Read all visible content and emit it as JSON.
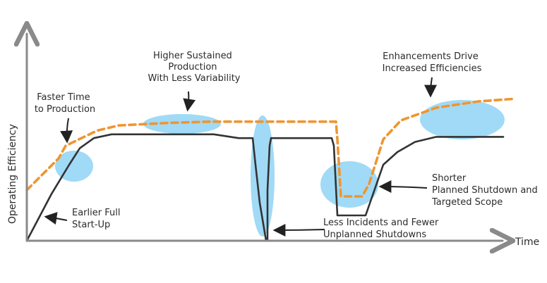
{
  "chart_data": {
    "type": "line",
    "title": "",
    "xlabel": "Time",
    "ylabel": "Operating Efficiency",
    "grid": false,
    "legend": "none",
    "colors": {
      "baseline": "#333333",
      "improved": "#f0952f",
      "highlight": "#8fd3f4",
      "axis": "#8a8a8a",
      "arrow": "#222222"
    },
    "series": [
      {
        "name": "",
        "style": "solid",
        "points": [
          [
            0,
            0
          ],
          [
            35,
            37
          ],
          [
            60,
            60
          ],
          [
            75,
            73
          ],
          [
            95,
            81
          ],
          [
            120,
            84
          ],
          [
            220,
            84
          ],
          [
            265,
            84
          ],
          [
            300,
            81
          ],
          [
            320,
            81
          ],
          [
            324,
            60
          ],
          [
            330,
            30
          ],
          [
            339,
            0
          ],
          [
            341,
            0
          ],
          [
            341,
            40
          ],
          [
            344,
            75
          ],
          [
            346,
            81
          ],
          [
            420,
            81
          ],
          [
            432,
            81
          ],
          [
            435,
            75
          ],
          [
            440,
            20
          ],
          [
            473,
            20
          ],
          [
            480,
            20
          ],
          [
            505,
            60
          ],
          [
            525,
            70
          ],
          [
            550,
            78
          ],
          [
            580,
            82
          ],
          [
            610,
            82
          ],
          [
            675,
            82
          ]
        ]
      },
      {
        "name": "",
        "style": "dashed",
        "points": [
          [
            0,
            40
          ],
          [
            45,
            65
          ],
          [
            55,
            75
          ],
          [
            100,
            87
          ],
          [
            130,
            91
          ],
          [
            200,
            93
          ],
          [
            260,
            94
          ],
          [
            420,
            94
          ],
          [
            438,
            94
          ],
          [
            440,
            80
          ],
          [
            445,
            35
          ],
          [
            450,
            35
          ],
          [
            475,
            35
          ],
          [
            485,
            45
          ],
          [
            505,
            80
          ],
          [
            530,
            95
          ],
          [
            580,
            105
          ],
          [
            640,
            110
          ],
          [
            690,
            112
          ]
        ]
      }
    ],
    "annotations": [
      {
        "id": "faster",
        "lines": [
          "Faster Time",
          "to Production"
        ]
      },
      {
        "id": "higher",
        "lines": [
          "Higher Sustained",
          "Production",
          "With Less Variability"
        ]
      },
      {
        "id": "enhance",
        "lines": [
          "Enhancements Drive",
          "Increased Efficiencies"
        ]
      },
      {
        "id": "shorter",
        "lines": [
          "Shorter",
          "Planned Shutdown and",
          "Targeted Scope"
        ]
      },
      {
        "id": "earlier",
        "lines": [
          "Earlier Full",
          "Start-Up"
        ]
      },
      {
        "id": "incidents",
        "lines": [
          "Less Incidents and Fewer",
          "Unplanned Shutdowns"
        ]
      }
    ]
  }
}
